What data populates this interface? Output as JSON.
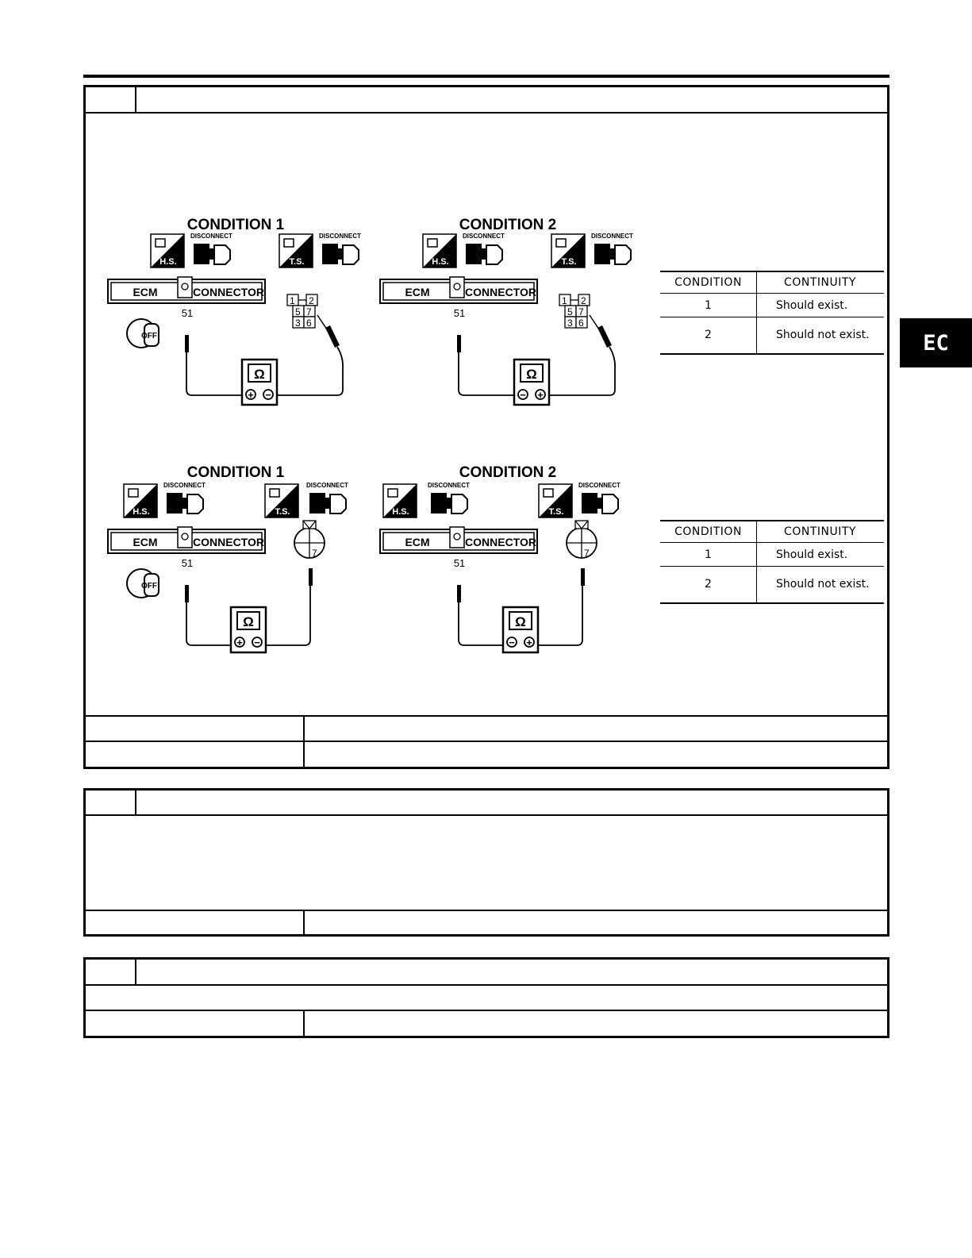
{
  "side_tab": {
    "label": "EC"
  },
  "diagrams": [
    {
      "conditions": [
        {
          "title": "CONDITION 1",
          "connector_label": "ECM",
          "connector_label2": "CONNECTOR",
          "pin": "51",
          "key_text": "OFF",
          "hs_label": "H.S.",
          "ts_label": "T.S.",
          "disconnect_label": "DISCONNECT"
        },
        {
          "title": "CONDITION 2",
          "connector_label": "ECM",
          "connector_label2": "CONNECTOR",
          "pin": "51",
          "hs_label": "H.S.",
          "ts_label": "T.S.",
          "disconnect_label": "DISCONNECT"
        }
      ],
      "terminal_grid": [
        "1",
        "2",
        "5",
        "7",
        "3",
        "6"
      ],
      "table": {
        "headers": [
          "CONDITION",
          "CONTINUITY"
        ],
        "rows": [
          {
            "condition": "1",
            "continuity": "Should exist."
          },
          {
            "condition": "2",
            "continuity": "Should not exist."
          }
        ]
      }
    },
    {
      "conditions": [
        {
          "title": "CONDITION 1",
          "connector_label": "ECM",
          "connector_label2": "CONNECTOR",
          "pin": "51",
          "key_text": "OFF",
          "hs_label": "H.S.",
          "ts_label": "T.S.",
          "disconnect_label": "DISCONNECT"
        },
        {
          "title": "CONDITION 2",
          "connector_label": "ECM",
          "connector_label2": "CONNECTOR",
          "pin": "51",
          "hs_label": "H.S.",
          "ts_label": "T.S.",
          "disconnect_label": "DISCONNECT"
        }
      ],
      "round_terminal": "7",
      "table": {
        "headers": [
          "CONDITION",
          "CONTINUITY"
        ],
        "rows": [
          {
            "condition": "1",
            "continuity": "Should exist."
          },
          {
            "condition": "2",
            "continuity": "Should not exist."
          }
        ]
      }
    }
  ],
  "ohm_symbol": "Ω",
  "plus": "+",
  "minus": "−"
}
